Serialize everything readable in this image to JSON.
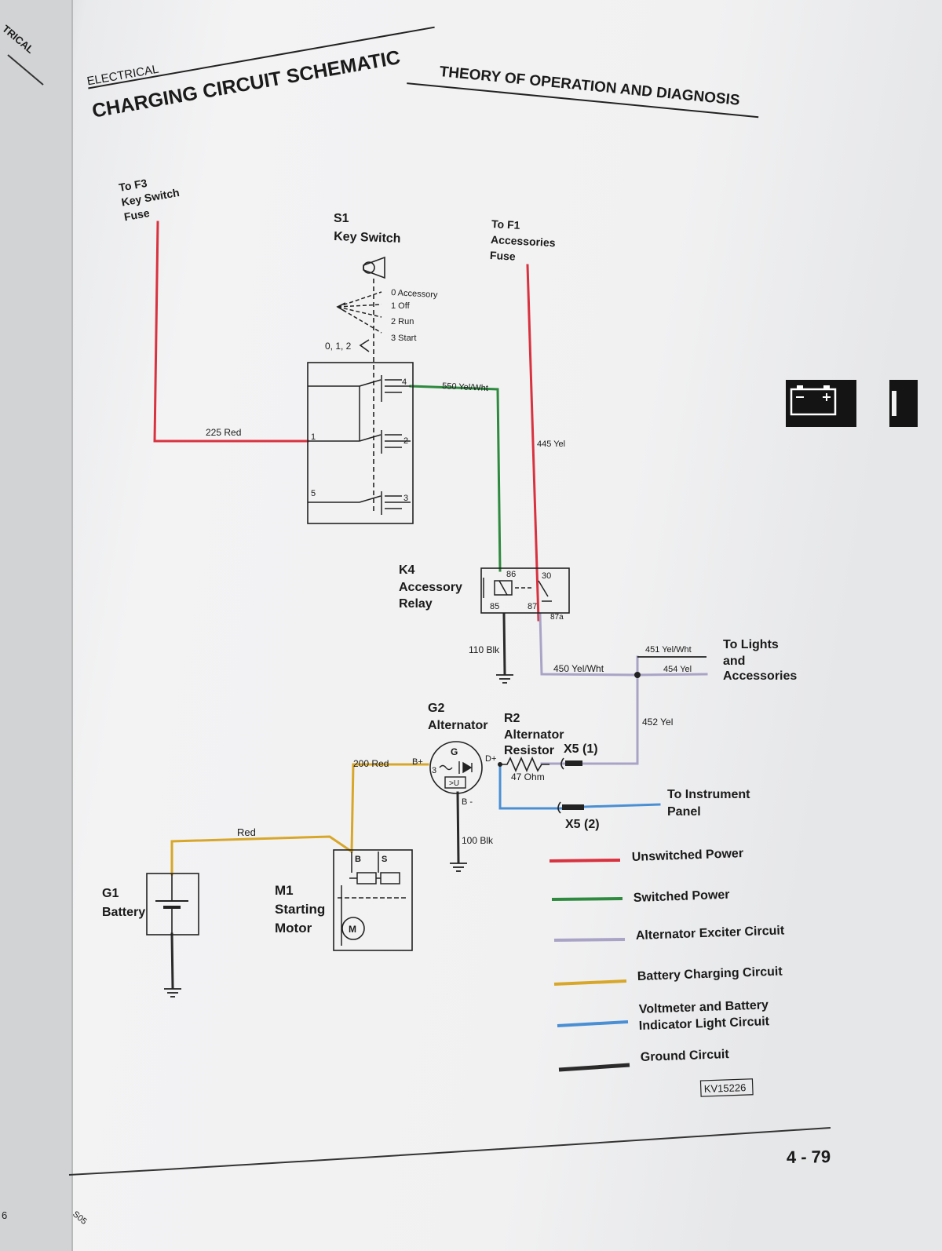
{
  "header": {
    "section": "ELECTRICAL",
    "title": "CHARGING CIRCUIT SCHEMATIC",
    "running_head": "THEORY OF OPERATION AND DIAGNOSIS",
    "edge_tab": "TRICAL",
    "page_number": "4 - 79",
    "figure_id": "KV15226",
    "corner_mark": "6",
    "footer_stub": "S05"
  },
  "components": {
    "f3": [
      "To F3",
      "Key Switch",
      "Fuse"
    ],
    "s1": {
      "id": "S1",
      "name": "Key Switch",
      "positions": [
        "0 Accessory",
        "1 Off",
        "2 Run",
        "3 Start"
      ],
      "pos_label": "0, 1, 2",
      "terminals": [
        "1",
        "2",
        "3",
        "4",
        "5"
      ]
    },
    "f1": [
      "To F1",
      "Accessories",
      "Fuse"
    ],
    "k4": {
      "id": "K4",
      "name_lines": [
        "Accessory",
        "Relay"
      ],
      "terminals": [
        "86",
        "30",
        "85",
        "87",
        "87a"
      ]
    },
    "g2": {
      "id": "G2",
      "name": "Alternator",
      "g": "G",
      "three": "3",
      "bplus": "B+",
      "dplus": "D+",
      "bminus": "B -"
    },
    "r2": {
      "id": "R2",
      "name_lines": [
        "Alternator",
        "Resistor"
      ],
      "value": "47 Ohm"
    },
    "x5_1": "X5 (1)",
    "x5_2": "X5 (2)",
    "g1": {
      "id": "G1",
      "name": "Battery"
    },
    "m1": {
      "id": "M1",
      "name_lines": [
        "Starting",
        "Motor"
      ],
      "b": "B",
      "s": "S",
      "m": "M"
    },
    "to_lights": [
      "To Lights",
      "and",
      "Accessories"
    ],
    "to_panel": [
      "To Instrument",
      "Panel"
    ]
  },
  "wires": {
    "w225": "225 Red",
    "w550": "550 Yel/Wht",
    "w445": "445 Yel",
    "w110": "110 Blk",
    "w450": "450 Yel/Wht",
    "w451": "451 Yel/Wht",
    "w454": "454 Yel",
    "w452": "452 Yel",
    "w200": "200 Red",
    "w100": "100 Blk",
    "red": "Red"
  },
  "legend": [
    {
      "label": "Unswitched Power",
      "color": "#d8323f"
    },
    {
      "label": "Switched Power",
      "color": "#2e8a3e"
    },
    {
      "label": "Alternator Exciter Circuit",
      "color": "#a9a3c6"
    },
    {
      "label": "Battery Charging Circuit",
      "color": "#d8a72a"
    },
    {
      "label_lines": [
        "Voltmeter and Battery",
        "Indicator Light Circuit"
      ],
      "color": "#4a8fd4"
    },
    {
      "label": "Ground Circuit",
      "color": "#2a2a2a"
    }
  ],
  "side_icon": "battery-icon"
}
